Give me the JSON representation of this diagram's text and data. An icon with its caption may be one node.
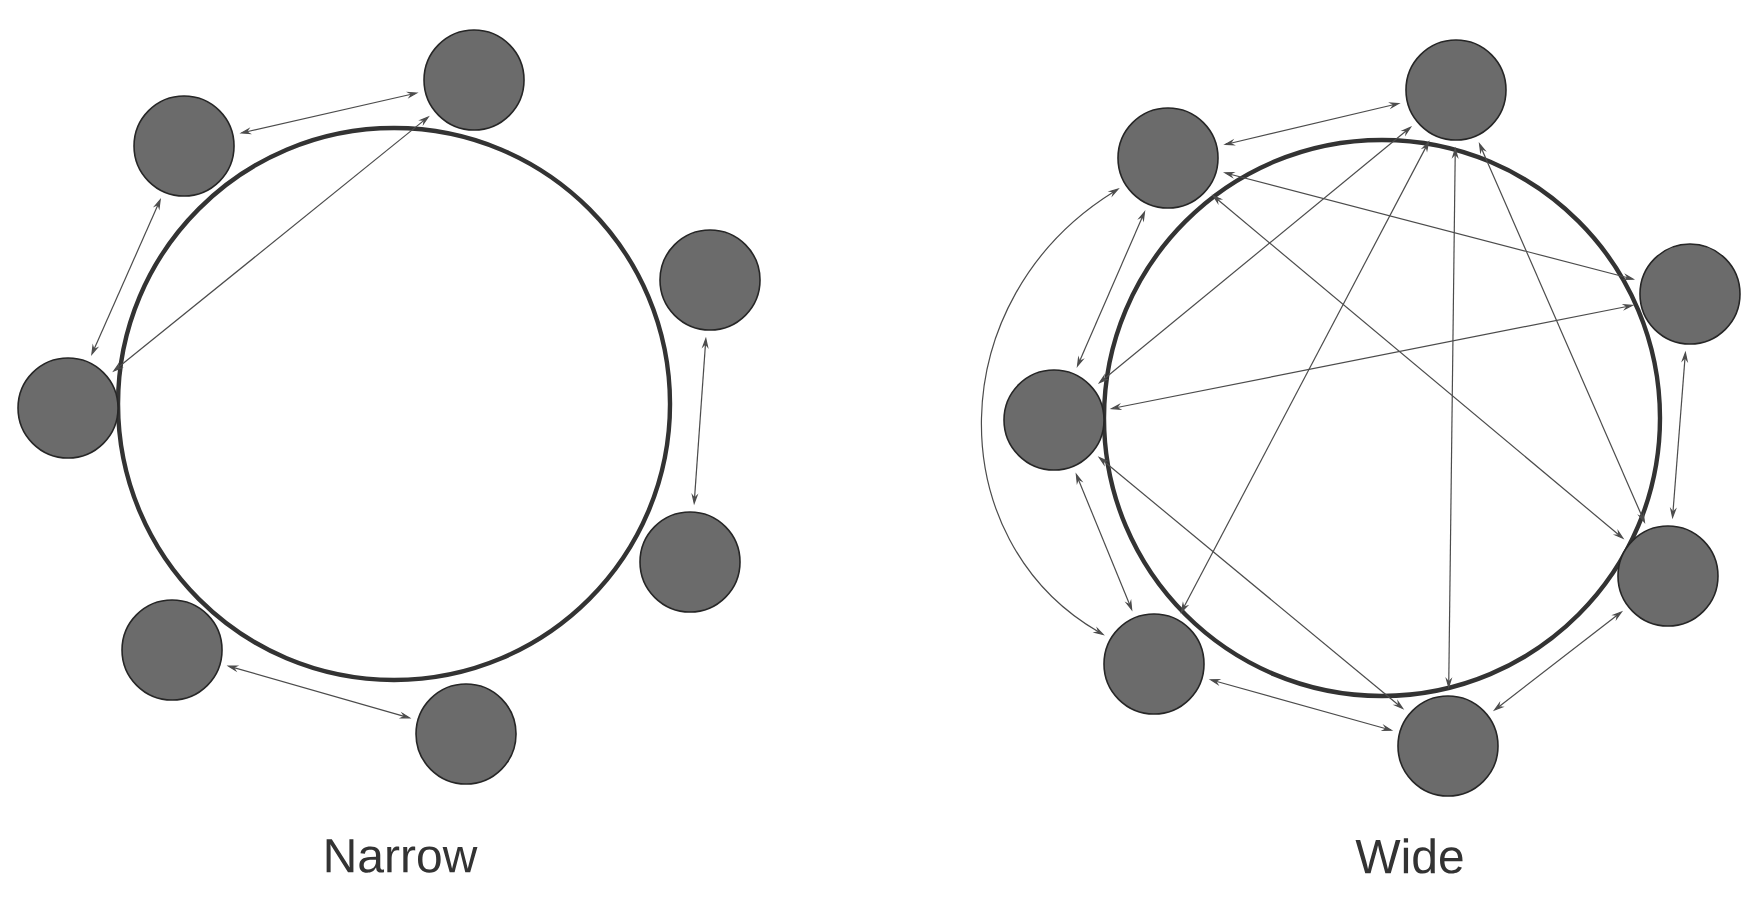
{
  "diagram": {
    "nodes": [
      {
        "text": [],
        "shape": "circle"
      },
      {
        "text": [],
        "shape": "circle"
      },
      {
        "text": [],
        "shape": "circle"
      },
      {
        "text": [],
        "shape": "circle"
      },
      {
        "text": [],
        "shape": "circle"
      },
      {
        "text": [],
        "shape": "circle"
      },
      {
        "text": [],
        "shape": "circle"
      },
      {
        "text": [],
        "shape": "circle"
      },
      {
        "text": [],
        "shape": "circle"
      },
      {
        "text": [],
        "shape": "circle"
      },
      {
        "text": [],
        "shape": "circle"
      },
      {
        "text": [],
        "shape": "circle"
      },
      {
        "text": [],
        "shape": "circle"
      },
      {
        "text": [],
        "shape": "circle"
      }
    ],
    "edges": [
      {
        "from": 1,
        "to": 0,
        "arrow": "both"
      },
      {
        "from": 1,
        "to": 3,
        "arrow": "both"
      },
      {
        "from": 3,
        "to": 0,
        "arrow": "both"
      },
      {
        "from": 2,
        "to": 4,
        "arrow": "both"
      },
      {
        "from": 5,
        "to": 6,
        "arrow": "both"
      },
      {
        "from": 8,
        "to": 7,
        "arrow": "both"
      },
      {
        "from": 8,
        "to": 10,
        "arrow": "both"
      },
      {
        "from": 10,
        "to": 12,
        "arrow": "both"
      },
      {
        "from": 12,
        "to": 13,
        "arrow": "both"
      },
      {
        "from": 13,
        "to": 11,
        "arrow": "both"
      },
      {
        "from": 11,
        "to": 9,
        "arrow": "both"
      },
      {
        "from": 8,
        "to": 12,
        "arrow": "both"
      },
      {
        "from": 7,
        "to": 10,
        "arrow": "both"
      },
      {
        "from": 7,
        "to": 12,
        "arrow": "both"
      },
      {
        "from": 7,
        "to": 13,
        "arrow": "both"
      },
      {
        "from": 7,
        "to": 11,
        "arrow": "both"
      },
      {
        "from": 8,
        "to": 11,
        "arrow": "both"
      },
      {
        "from": 8,
        "to": 9,
        "arrow": "both"
      },
      {
        "from": 9,
        "to": 10,
        "arrow": "both"
      },
      {
        "from": 10,
        "to": 13,
        "arrow": "both"
      }
    ],
    "labels": [
      "Narrow",
      "Wide"
    ]
  }
}
